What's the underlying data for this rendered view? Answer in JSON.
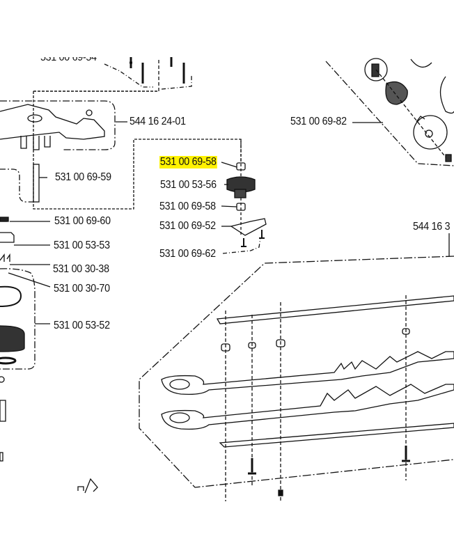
{
  "diagram": {
    "title": "Hedge trimmer exploded parts diagram",
    "highlight_color": "#fff200",
    "line_color": "#111111",
    "labels": [
      {
        "id": "top-screws",
        "text": "531 00 69-54"
      },
      {
        "id": "gear-housing",
        "text": "544 16 24-01"
      },
      {
        "id": "crank-assembly",
        "text": "531 00 69-82"
      },
      {
        "id": "bushing-upper",
        "text": "531 00 69-58",
        "highlighted": true
      },
      {
        "id": "gear-wheel",
        "text": "531 00 53-56"
      },
      {
        "id": "bushing-lower",
        "text": "531 00 69-58"
      },
      {
        "id": "plate",
        "text": "531 00 69-52"
      },
      {
        "id": "plate-screws",
        "text": "531 00 69-62"
      },
      {
        "id": "pin",
        "text": "531 00 69-59"
      },
      {
        "id": "washer",
        "text": "531 00 69-60"
      },
      {
        "id": "cover",
        "text": "531 00 53-53"
      },
      {
        "id": "clip",
        "text": "531 00 30-38"
      },
      {
        "id": "bearing",
        "text": "531 00 30-70"
      },
      {
        "id": "main-gear",
        "text": "531 00 53-52"
      },
      {
        "id": "blade-assembly",
        "text": "544 16 3"
      }
    ]
  }
}
